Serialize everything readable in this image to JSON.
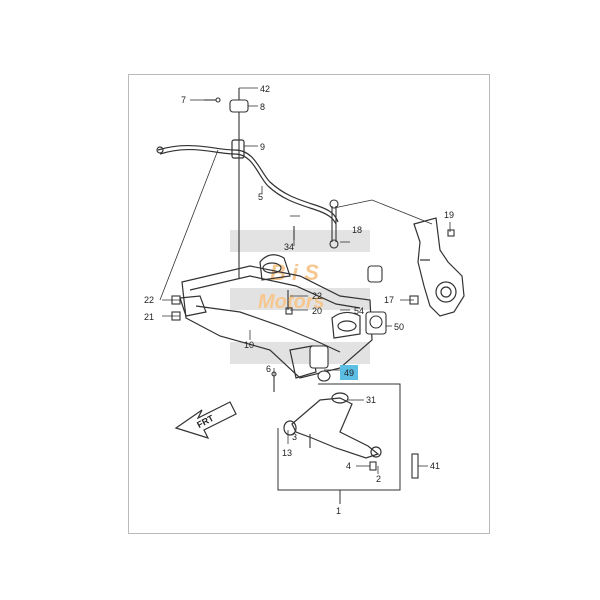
{
  "callouts": {
    "c1": "1",
    "c2": "2",
    "c3": "3",
    "c4": "4",
    "c5": "5",
    "c6": "6",
    "c7": "7",
    "c8": "8",
    "c9": "9",
    "c10": "10",
    "c13": "13",
    "c17": "17",
    "c18": "18",
    "c19": "19",
    "c20": "20",
    "c21": "21",
    "c22a": "22",
    "c22b": "22",
    "c31": "31",
    "c34": "34",
    "c41": "41",
    "c42": "42",
    "c49": "49",
    "c50": "50",
    "c54": "54"
  },
  "direction_label": "FRT",
  "watermark": "BiS Motors",
  "colors": {
    "highlight": "#5bbfe4",
    "watermark_band": "#d9d9d9",
    "watermark_text": "#f3b56a",
    "line": "#333333"
  }
}
